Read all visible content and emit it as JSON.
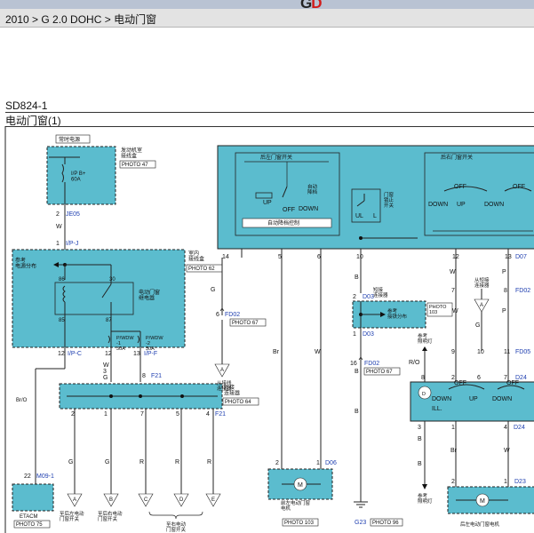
{
  "logo": {
    "left": "G",
    "right": "D"
  },
  "breadcrumb": "2010 > G 2.0 DOHC > 电动门窗",
  "doc_id": "SD824-1",
  "doc_title": "电动门窗(1)",
  "diagram": {
    "fuse_block": {
      "power_label": "常时电源",
      "name": "发动机室\n接线盒",
      "photo": "PHOTO 47",
      "fuse": "I/P B+\n60A",
      "pin": "2",
      "connector": "JE05",
      "wire": "W"
    },
    "relay_block": {
      "top_pin": "1",
      "top_connector": "I/P-J",
      "name": "室内\n接线盒",
      "photo": "PHOTO 62",
      "ref_label": "参考\n电源分布",
      "relay_label": "电动门窗\n继电器",
      "relay_pins": [
        "86",
        "30",
        "85",
        "87"
      ],
      "fuse1": "P/WDW\n-1\n30A",
      "fuse2": "P/WDW\n-2\n30A",
      "bottom_pins": [
        "12",
        "12",
        "13"
      ],
      "bottom_connectors": [
        "I/P-C",
        "I/P-F"
      ]
    },
    "left_wires": [
      "Br/O",
      "W",
      "G"
    ],
    "f21": {
      "pins": [
        "3",
        "8"
      ],
      "connector": "F21"
    },
    "joint_connector": {
      "name": "短接\n连接器",
      "photo": "PHOTO 64",
      "pins": [
        "2",
        "1",
        "7",
        "5",
        "4"
      ],
      "connector": "F21",
      "wires": [
        "G",
        "G",
        "R",
        "R",
        "R"
      ]
    },
    "etacm": {
      "pin": "22",
      "connector": "M09-1",
      "name": "ETACM",
      "photo": "PHOTO 75"
    },
    "ref_connectors": [
      "A",
      "B",
      "C",
      "D",
      "E"
    ],
    "ref_labels": [
      "至后左电动\n门窗开关",
      "至后右电动\n门窗开关",
      "至右电动\n门窗开关"
    ],
    "sub_connector": {
      "label": "从接线\n连接器",
      "letter": "A"
    },
    "fd02_left": {
      "pin": "6",
      "connector": "FD02",
      "photo": "PHOTO 67"
    },
    "master_switch": {
      "rear_left": "后左门窗开关",
      "rear_right": "后右门窗开关",
      "auto": "自动\n降档",
      "up": "UP",
      "off": "OFF",
      "down": "DOWN",
      "auto_ctrl": "自动降档控制",
      "lock": "门窗\n锁止\n开关",
      "ul": "UL",
      "l": "L",
      "pins": [
        "14",
        "5",
        "6",
        "10",
        "12",
        "13"
      ],
      "connector": "D07"
    },
    "middle_wires": [
      "G",
      "Br",
      "W"
    ],
    "motor_front": {
      "pins": [
        "2",
        "1"
      ],
      "connector": "D06",
      "name": "前左电动门窗\n电机",
      "photo": "PHOTO 103"
    },
    "ground": {
      "connector": "G23",
      "photo": "PHOTO 96"
    },
    "short_connector": {
      "name": "短接\n连接器",
      "pins": [
        "2",
        "1"
      ],
      "connector": "D03",
      "photo": "PHOTO\n103",
      "ref": "参考\n接铁分布"
    },
    "fd02_right": {
      "pin": "16",
      "connector": "FD02",
      "photo": "PHOTO 67"
    },
    "right_wires": [
      "B",
      "W",
      "P",
      "R/O",
      "G"
    ],
    "right_pins": [
      "7",
      "8",
      "9",
      "10",
      "11"
    ],
    "right_connectors": [
      "FD02",
      "FD05"
    ],
    "sub_connector_right": {
      "label": "从短接\n连接器",
      "letter": "A"
    },
    "ref_lamp": "参考\n照明灯",
    "rear_switch": {
      "off": "OFF",
      "up": "UP",
      "down": "DOWN",
      "ill": "ILL.",
      "pins": [
        "8",
        "2",
        "6",
        "7"
      ],
      "connector": "D24",
      "bottom_pins": [
        "3",
        "1",
        "4"
      ],
      "connector2": "D24"
    },
    "rear_motor": {
      "pins": [
        "2",
        "1"
      ],
      "connector": "D23",
      "name": "后左电动门窗电机"
    }
  }
}
